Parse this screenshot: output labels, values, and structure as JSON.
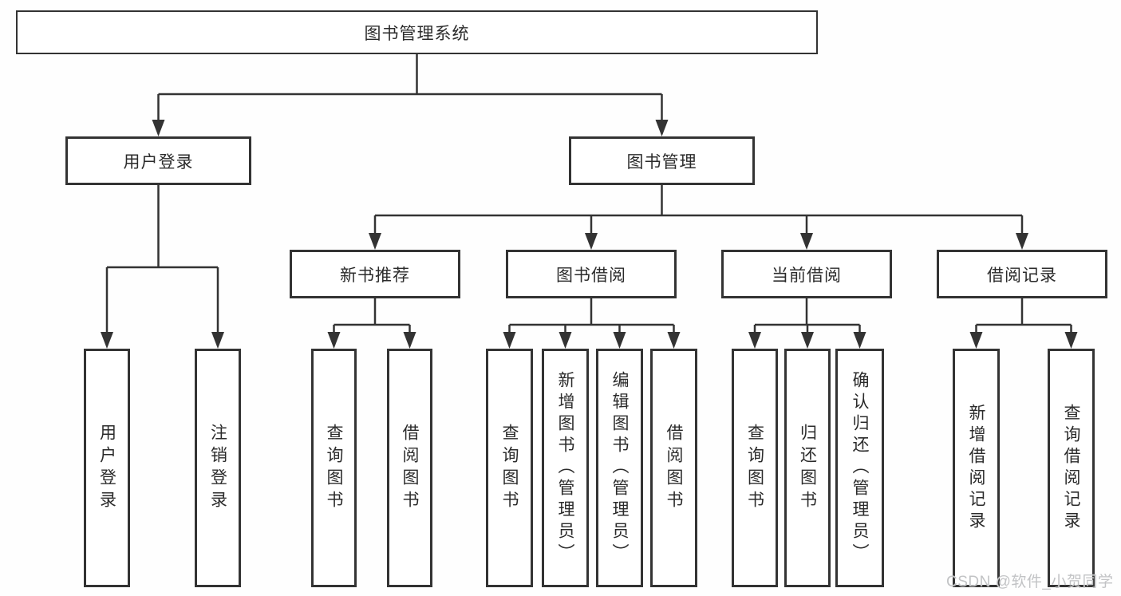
{
  "diagram": {
    "root": "图书管理系统",
    "branches": [
      {
        "label": "用户登录",
        "children": [
          "用户登录",
          "注销登录"
        ]
      },
      {
        "label": "图书管理",
        "sections": [
          {
            "label": "新书推荐",
            "children": [
              "查询图书",
              "借阅图书"
            ]
          },
          {
            "label": "图书借阅",
            "children": [
              "查询图书",
              "新增图书（管理员）",
              "编辑图书（管理员）",
              "借阅图书"
            ]
          },
          {
            "label": "当前借阅",
            "children": [
              "查询图书",
              "归还图书",
              "确认归还（管理员）"
            ]
          },
          {
            "label": "借阅记录",
            "children": [
              "新增借阅记录",
              "查询借阅记录"
            ]
          }
        ]
      }
    ]
  },
  "watermark": "CSDN @软件_小贺同学",
  "colors": {
    "line": "#333333",
    "text": "#2b2b2b",
    "watermark": "#c2c3c5",
    "background": "#fefefe"
  }
}
